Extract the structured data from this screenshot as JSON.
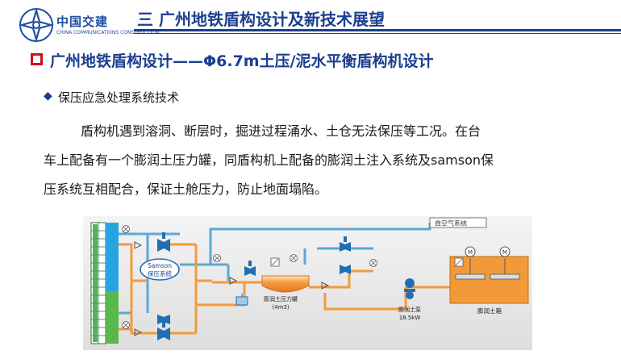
{
  "logo": {
    "name_cn": "中国交建",
    "name_en": "CHINA COMMUNICATIONS CONSTRUCTION"
  },
  "header": {
    "title": "三  广州地铁盾构设计及新技术展望"
  },
  "subtitle": "广州地铁盾构设计——Φ6.7m土压/泥水平衡盾构机设计",
  "bullet": {
    "symbol": "◆",
    "text": "保压应急处理系统技术"
  },
  "paragraph": {
    "line1": "盾构机遇到溶洞、断层时，掘进过程涌水、土仓无法保压等工况。在台",
    "line2": "车上配备有一个膨润土压力罐，同盾构机上配备的膨润土注入系统及samson保",
    "line3": "压系统互相配合，保证土舱压力，防止地面塌陷。"
  },
  "diagram": {
    "air_system": "自空气系统",
    "samson_line1": "Samson",
    "samson_line2": "保压系统",
    "tank_label": "膨润土压力罐",
    "tank_volume": "(4m3)",
    "pump_label": "膨润土泵",
    "pump_power": "18.5kW",
    "box_label": "膨润土箱",
    "motor_symbol": "M",
    "colors": {
      "pipe_orange": "#f39a3c",
      "pipe_blue": "#5aa9d6",
      "tank_orange": "#f0861e",
      "box_orange": "#f29a3a",
      "panel_green": "#2f9e3f",
      "panel_blue": "#29a3e0",
      "valve_blue": "#1f6fb2"
    }
  }
}
